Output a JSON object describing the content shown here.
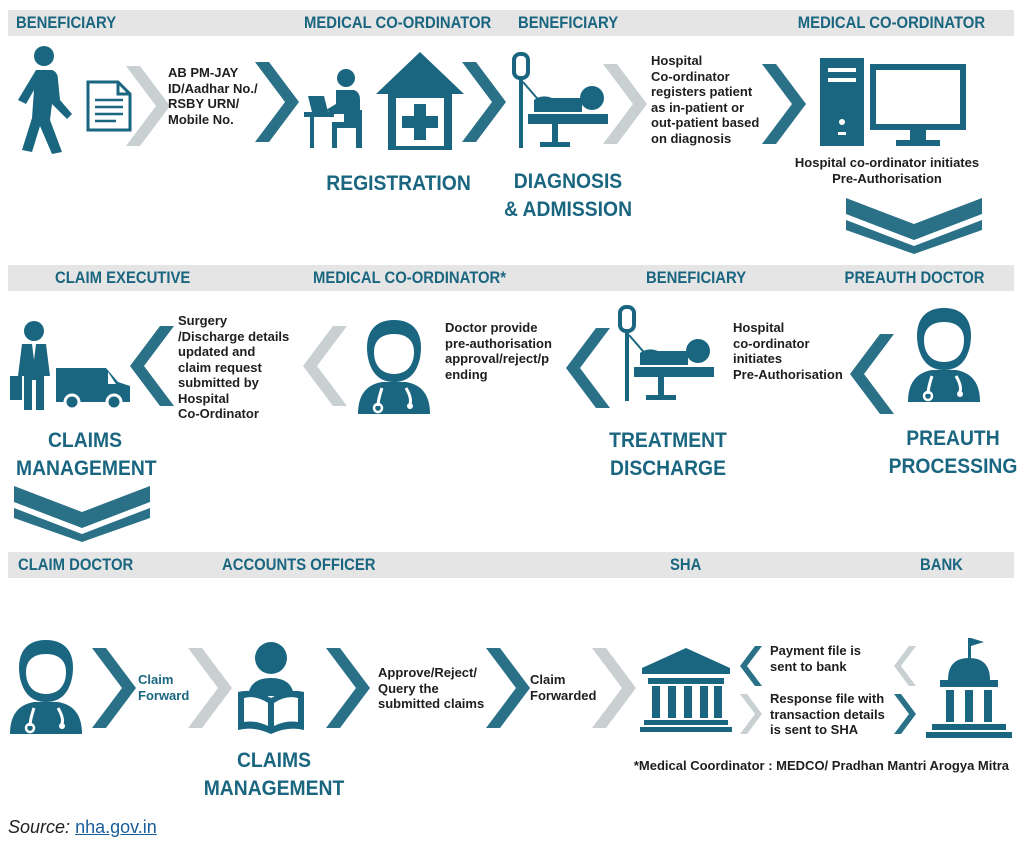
{
  "colors": {
    "primary": "#1a6680",
    "chevron_dark": "#2a7188",
    "chevron_light": "#c8d0d2",
    "band": "#e5e5e5",
    "text": "#1e1e1e"
  },
  "row1": {
    "headers": [
      "BENEFICIARY",
      "MEDICAL CO-ORDINATOR",
      "BENEFICIARY",
      "MEDICAL CO-ORDINATOR"
    ],
    "id_text": [
      "AB PM-JAY",
      "ID/Aadhar No./",
      "RSBY URN/",
      "Mobile No."
    ],
    "registration": "REGISTRATION",
    "diagnosis": [
      "DIAGNOSIS",
      "& ADMISSION"
    ],
    "hospital_text": [
      "Hospital",
      "Co-ordinator",
      "registers patient",
      "as in-patient or",
      "out-patient based",
      "on diagnosis"
    ],
    "preauth_text": [
      "Hospital co-ordinator initiates",
      "Pre-Authorisation"
    ]
  },
  "row2": {
    "headers": [
      "CLAIM EXECUTIVE",
      "MEDICAL CO-ORDINATOR*",
      "BENEFICIARY",
      "PREAUTH DOCTOR"
    ],
    "surgery_text": [
      "Surgery",
      "/Discharge details",
      "updated and",
      "claim request",
      "submitted by",
      "Hospital",
      "Co-Ordinator"
    ],
    "claims_mgmt": [
      "CLAIMS",
      "MANAGEMENT"
    ],
    "doctor_text": [
      "Doctor provide",
      "pre-authorisation",
      "approval/reject/p",
      "ending"
    ],
    "treatment": [
      "TREATMENT",
      "DISCHARGE"
    ],
    "hosp_text": [
      "Hospital",
      "co-ordinator",
      "initiates",
      "Pre-Authorisation"
    ],
    "preauth_proc": [
      "PREAUTH",
      "PROCESSING"
    ]
  },
  "row3": {
    "headers": [
      "CLAIM DOCTOR",
      "ACCOUNTS OFFICER",
      "SHA",
      "BANK"
    ],
    "claim_forward": [
      "Claim",
      "Forward"
    ],
    "claims_mgmt": [
      "CLAIMS",
      "MANAGEMENT"
    ],
    "approve_text": [
      "Approve/Reject/",
      "Query the",
      "submitted claims"
    ],
    "claim_forwarded": [
      "Claim",
      "Forwarded"
    ],
    "payment_text": [
      "Payment file is",
      "sent to bank"
    ],
    "response_text": [
      "Response file with",
      "transaction details",
      "is sent to SHA"
    ]
  },
  "footnote": "*Medical Coordinator : MEDCO/ Pradhan Mantri Arogya Mitra",
  "source_label": "Source:",
  "source_link": "nha.gov.in",
  "icons": [
    "person-walking-icon",
    "document-icon",
    "person-at-desk-icon",
    "hospital-icon",
    "patient-bed-icon",
    "computer-icon",
    "doctor-icon",
    "executive-icon",
    "ambulance-icon",
    "reader-icon",
    "bank-building-icon",
    "government-building-icon"
  ]
}
